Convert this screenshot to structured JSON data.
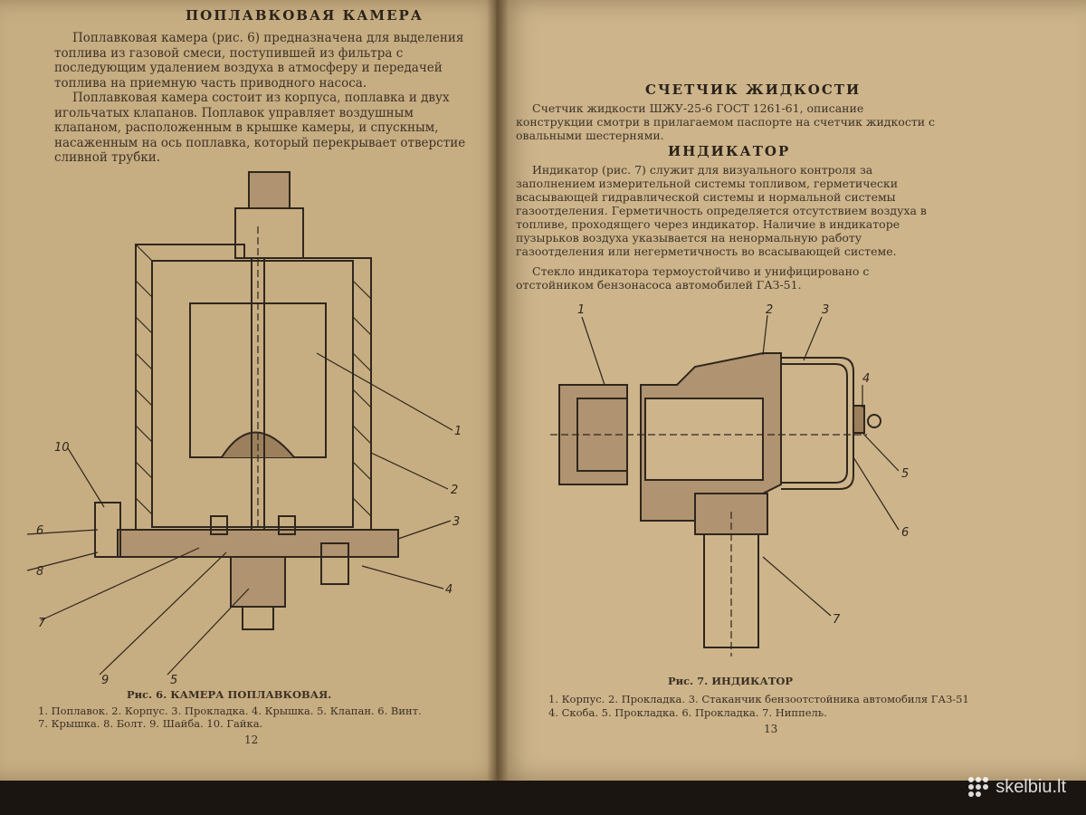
{
  "left_page": {
    "heading": "ПОПЛАВКОВАЯ КАМЕРА",
    "paragraphs": [
      "Поплавковая камера (рис. 6) предназначена для выделения топлива из газовой смеси, поступившей из фильтра с последующим удалением воздуха в атмосферу и передачей топлива на приемную часть приводного насоса.",
      "Поплавковая камера состоит из корпуса, поплавка и двух игольчатых клапанов. Поплавок управляет воздушным клапаном, расположенным в крышке камеры, и спускным, насаженным на ось поплавка, который перекрывает отверстие сливной трубки."
    ],
    "figure_callouts": [
      "1",
      "2",
      "3",
      "4",
      "5",
      "6",
      "7",
      "8",
      "9",
      "10"
    ],
    "figure_caption_title": "Рис. 6.        КАМЕРА ПОПЛАВКОВАЯ.",
    "legend_line1": "1. Поплавок. 2. Корпус. 3. Прокладка. 4. Крышка. 5. Клапан. 6. Винт.",
    "legend_line2": "7. Крышка. 8. Болт. 9. Шайба. 10. Гайка.",
    "page_number": "12"
  },
  "right_page": {
    "heading1": "СЧЕТЧИК ЖИДКОСТИ",
    "para1": "Счетчик жидкости ШЖУ-25-6 ГОСТ 1261-61, описание конструкции смотри в прилагаемом паспорте на счетчик жидкости с овальными шестернями.",
    "heading2": "ИНДИКАТОР",
    "para2": "Индикатор (рис. 7) служит для визуального контроля за заполнением измерительной системы топливом, герметически всасывающей гидравлической системы и нормальной системы газоотделения. Герметичность определяется отсутствием воздуха в топливе, проходящего через индикатор. Наличие в индикаторе пузырьков воздуха указывается на ненормальную работу газоотделения или негерметичность во всасывающей системе.",
    "para3": "Стекло индикатора термоустойчиво и унифицировано с отстойником бензонасоса автомобилей ГАЗ-51.",
    "figure_callouts": [
      "1",
      "2",
      "3",
      "4",
      "5",
      "6",
      "7"
    ],
    "figure_caption_title": "Рис. 7.        ИНДИКАТОР",
    "legend_line1": "1. Корпус. 2. Прокладка. 3. Стаканчик бензоотстойника автомобиля ГАЗ-51",
    "legend_line2": "4. Скоба. 5. Прокладка. 6. Прокладка. 7. Ниппель.",
    "page_number": "13"
  },
  "watermark": {
    "text": "skelbiu.lt",
    "icon": "dots-logo-icon"
  },
  "colors": {
    "paper": "#c7ad82",
    "ink": "#3c3226",
    "background": "#1a1510"
  }
}
